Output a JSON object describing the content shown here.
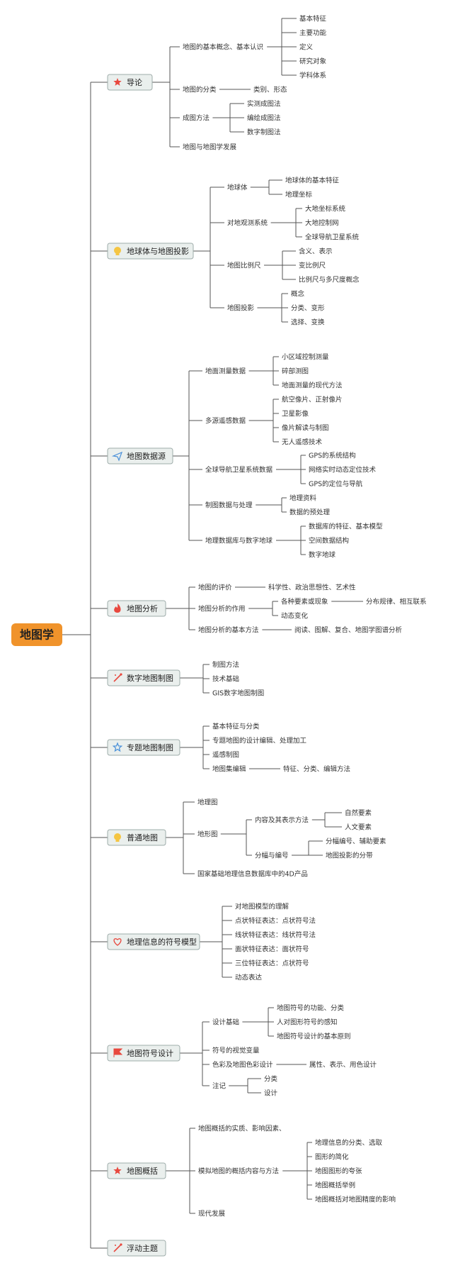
{
  "root": "地图学",
  "branches": [
    {
      "label": "导论",
      "icon": "star-icon",
      "children": [
        {
          "label": "地图的基本概念、基本认识",
          "children": [
            {
              "label": "基本特征"
            },
            {
              "label": "主要功能"
            },
            {
              "label": "定义"
            },
            {
              "label": "研究对象"
            },
            {
              "label": "学科体系"
            }
          ]
        },
        {
          "label": "地图的分类",
          "children": [
            {
              "label": "类别、形态"
            }
          ]
        },
        {
          "label": "成图方法",
          "children": [
            {
              "label": "实测成图法"
            },
            {
              "label": "编绘成图法"
            },
            {
              "label": "数字制图法"
            }
          ]
        },
        {
          "label": "地图与地图学发展"
        }
      ]
    },
    {
      "label": "地球体与地图投影",
      "icon": "lightbulb-icon",
      "children": [
        {
          "label": "地球体",
          "children": [
            {
              "label": "地球体的基本特征"
            },
            {
              "label": "地理坐标"
            }
          ]
        },
        {
          "label": "对地观测系统",
          "children": [
            {
              "label": "大地坐标系统"
            },
            {
              "label": "大地控制网"
            },
            {
              "label": "全球导航卫星系统"
            }
          ]
        },
        {
          "label": "地图比例尺",
          "children": [
            {
              "label": "含义、表示"
            },
            {
              "label": "变比例尺"
            },
            {
              "label": "比例尺与多尺度概念"
            }
          ]
        },
        {
          "label": "地图投影",
          "children": [
            {
              "label": "概念"
            },
            {
              "label": "分类、变形"
            },
            {
              "label": "选择、变换"
            }
          ]
        }
      ]
    },
    {
      "label": "地图数据源",
      "icon": "paper-plane-icon",
      "children": [
        {
          "label": "地面测量数据",
          "children": [
            {
              "label": "小区域控制测量"
            },
            {
              "label": "碎部测图"
            },
            {
              "label": "地面测量的现代方法"
            }
          ]
        },
        {
          "label": "多源遥感数据",
          "children": [
            {
              "label": "航空像片、正射像片"
            },
            {
              "label": "卫星影像"
            },
            {
              "label": "像片解读与制图"
            },
            {
              "label": "无人遥感技术"
            }
          ]
        },
        {
          "label": "全球导航卫星系统数据",
          "children": [
            {
              "label": "GPS的系统结构"
            },
            {
              "label": "网络实时动态定位技术"
            },
            {
              "label": "GPS的定位与导航"
            }
          ]
        },
        {
          "label": "制图数据与处理",
          "children": [
            {
              "label": "地理资料"
            },
            {
              "label": "数据的预处理"
            }
          ]
        },
        {
          "label": "地理数据库与数字地球",
          "children": [
            {
              "label": "数据库的特征、基本模型"
            },
            {
              "label": "空间数据结构"
            },
            {
              "label": "数字地球"
            }
          ]
        }
      ]
    },
    {
      "label": "地图分析",
      "icon": "fire-icon",
      "children": [
        {
          "label": "地图的评价",
          "children": [
            {
              "label": "科学性、政治思想性、艺术性"
            }
          ]
        },
        {
          "label": "地图分析的作用",
          "children": [
            {
              "label": "各种要素或现象",
              "children": [
                {
                  "label": "分布规律、相互联系"
                }
              ]
            },
            {
              "label": "动态变化"
            }
          ]
        },
        {
          "label": "地图分析的基本方法",
          "children": [
            {
              "label": "阅读、图解、复合、地图学图谱分析"
            }
          ]
        }
      ]
    },
    {
      "label": "数字地图制图",
      "icon": "wand-icon",
      "children": [
        {
          "label": "制图方法"
        },
        {
          "label": "技术基础"
        },
        {
          "label": "GIS数字地图制图"
        }
      ]
    },
    {
      "label": "专题地图制图",
      "icon": "star-outline-icon",
      "children": [
        {
          "label": "基本特征与分类"
        },
        {
          "label": "专题地图的设计编辑、处理加工"
        },
        {
          "label": "遥感制图"
        },
        {
          "label": "地图集编辑",
          "children": [
            {
              "label": "特征、分类、编辑方法"
            }
          ]
        }
      ]
    },
    {
      "label": "普通地图",
      "icon": "lightbulb-icon",
      "children": [
        {
          "label": "地理图"
        },
        {
          "label": "地形图",
          "children": [
            {
              "label": "内容及其表示方法",
              "children": [
                {
                  "label": "自然要素"
                },
                {
                  "label": "人文要素"
                }
              ]
            },
            {
              "label": "分幅与编号",
              "children": [
                {
                  "label": "分幅编号、辅助要素"
                },
                {
                  "label": "地图投影的分带"
                }
              ]
            }
          ]
        },
        {
          "label": "国家基础地理信息数据库中的4D产品"
        }
      ]
    },
    {
      "label": "地理信息的符号模型",
      "icon": "heart-icon",
      "children": [
        {
          "label": "对地图模型的理解"
        },
        {
          "label": "点状特征表达：点状符号法"
        },
        {
          "label": "线状特征表达：线状符号法"
        },
        {
          "label": "面状特征表达：面状符号"
        },
        {
          "label": "三位特征表达：点状符号"
        },
        {
          "label": "动态表达"
        }
      ]
    },
    {
      "label": "地图符号设计",
      "icon": "flag-icon",
      "children": [
        {
          "label": "设计基础",
          "children": [
            {
              "label": "地图符号的功能、分类"
            },
            {
              "label": "人对图形符号的感知"
            },
            {
              "label": "地图符号设计的基本原则"
            }
          ]
        },
        {
          "label": "符号的视觉变量"
        },
        {
          "label": "色彩及地图色彩设计",
          "children": [
            {
              "label": "属性、表示、用色设计"
            }
          ]
        },
        {
          "label": "注记",
          "children": [
            {
              "label": "分类"
            },
            {
              "label": "设计"
            }
          ]
        }
      ]
    },
    {
      "label": "地图概括",
      "icon": "star-icon",
      "children": [
        {
          "label": "地图概括的实质、影响因素、"
        },
        {
          "label": "模拟地图的概括内容与方法",
          "children": [
            {
              "label": "地理信息的分类、选取"
            },
            {
              "label": "图形的简化"
            },
            {
              "label": "地图图形的夸张"
            },
            {
              "label": "地图概括举例"
            },
            {
              "label": "地图概括对地图精度的影响"
            }
          ]
        },
        {
          "label": "现代发展"
        }
      ]
    },
    {
      "label": "浮动主题",
      "icon": "wand-icon"
    }
  ],
  "colors": {
    "root_fill": "#f0932b",
    "branch_fill": "#eaefed",
    "branch_stroke": "#9eacaa",
    "line": "#555555",
    "icon_red": "#e8483e",
    "icon_yellow": "#f5c542",
    "icon_blue": "#4a90d9"
  }
}
